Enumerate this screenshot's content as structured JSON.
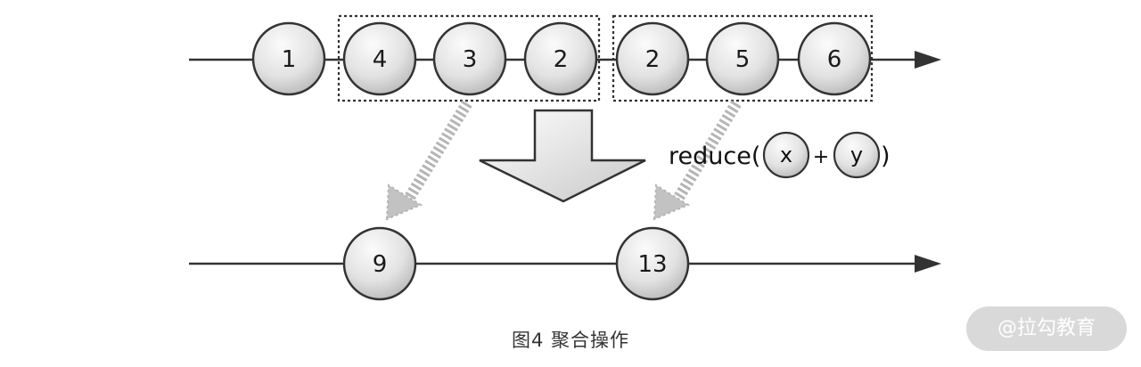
{
  "diagram": {
    "source_marbles": [
      "1",
      "4",
      "3",
      "2",
      "2",
      "5",
      "6"
    ],
    "result_marbles": [
      "9",
      "13"
    ],
    "operator": {
      "prefix": "reduce(",
      "arg_x": "x",
      "plus": "+",
      "arg_y": "y",
      "suffix": ")"
    }
  },
  "caption": "图4  聚合操作",
  "watermark": "@拉勾教育",
  "colors": {
    "line": "#333333",
    "marble_fill_light": "#f2f2f2",
    "marble_fill_dark": "#bdbdbd",
    "dotted_arrow": "#b5b5b5"
  }
}
